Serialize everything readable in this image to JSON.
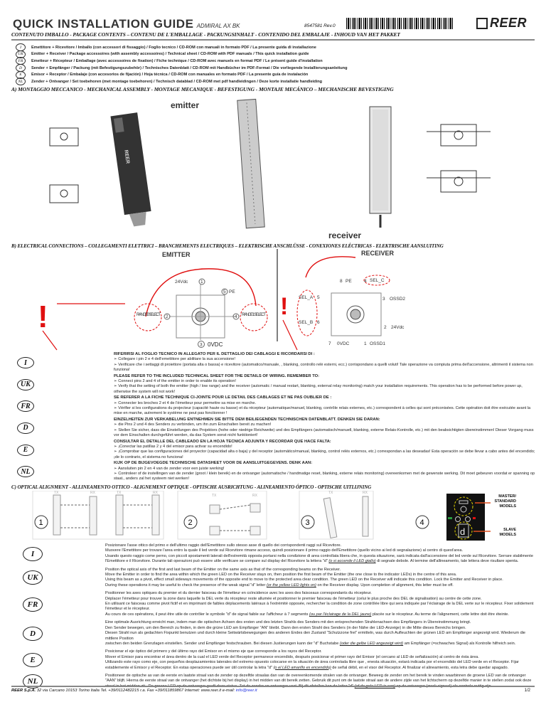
{
  "header": {
    "title": "QUICK INSTALLATION GUIDE",
    "model": "ADMIRAL AX BK",
    "code": "8547581 Rev.0",
    "logo": "REER"
  },
  "contents": {
    "heading": "CONTENUTO IMBALLO - PACKAGE CONTENTS – CONTENU DE L'EMBALLAGE - PACKUNGSINHALT - CONTENIDO DEL EMBALAJE - INHOUD VAN HET PAKKET",
    "items": [
      {
        "lang": "I",
        "text": "Emettitore + Ricevitore / Imballo (con accessori di fissaggio) / Foglio tecnico / CD-ROM con manuali in formato PDF / La presente guida di installazione"
      },
      {
        "lang": "UK",
        "text": "Emitter + Receiver / Package accessoires (with assembly accessoires) / Technical sheet / CD-ROM with PDF manuals / This quick installation guide"
      },
      {
        "lang": "FR",
        "text": "Emetteur + Récepteur / Emballage (avec accessoires de fixation) / Fiche technique / CD-ROM avec manuels en format PDF / Le présent guide d'installation"
      },
      {
        "lang": "D",
        "text": "Sender + Empfänger / Packung (mit Befestigungszubehör) / Technisches Datenblatt / CD-ROM mit Handbücher im PDF-Format / Die vorliegende Installierungsanleitung"
      },
      {
        "lang": "E",
        "text": "Emisor + Receptor / Embalaje (con accesorios de fijación) / Hoja técnica / CD-ROM con manuales en formato PDF / La presente guía de instalación"
      },
      {
        "lang": "NL",
        "text": "Zender + Ontvanger / Set toebehoren (met montage toebehoren) / Technisch datablad / CD-ROM met pdf handleidingen / Deze korte installatie handleiding"
      }
    ]
  },
  "section_a": {
    "heading": "A) MONTAGGIO MECCANICO - MECHANICAL ASSEMBLY - MONTAGE MECANIQUE - BEFESTIGUNG - MONTAJE MECÁNICO – MECHANISCHE BEVESTIGING",
    "emitter_label": "emitter",
    "receiver_label": "receiver",
    "bar_logo": "REER"
  },
  "section_b": {
    "heading": "B) ELECTRICAL CONNECTIONS – COLLEGAMENTI ELETTRICI – BRANCHEMENTS ELECTRIQUES – ELEKTRISCHE ANSCHLÜSSE - CONEXIONES ELÉCTRICAS - ELEKTRISCHE AANSLUITING",
    "emitter_title": "EMITTER",
    "receiver_title": "RECEIVER",
    "emitter_pins": {
      "p1": "24Vdc",
      "n1": "1",
      "p5": "PE",
      "n5": "5",
      "range0": "RANGE0 SELECT",
      "n2": "2",
      "range1": "RANGE1 SELECT",
      "n4": "4",
      "p3": "0VDC",
      "n3": "3"
    },
    "receiver_pins": {
      "n8": "8",
      "pe": "PE",
      "n4": "4",
      "selc": "SEL_C",
      "sela": "SEL_A",
      "n5": "5",
      "ossd2": "OSSD2",
      "n3": "3",
      "selb": "SEL_B",
      "n6": "6",
      "v24": "24Vdc",
      "n2": "2",
      "n7": "7",
      "ovdc": "0VDC",
      "n1": "1",
      "ossd1": "OSSD1"
    },
    "warning": "!",
    "blocks": [
      {
        "lang": "I",
        "head": "RIFERIRSI AL FOGLIO TECNICO IN ALLEGATO PER IL DETTAGLIO DEI CABLAGGI E RICORDARSI DI :",
        "b1": "Collegare i pin 2 e 4 dell'emettitore per abilitare la sua accensione!",
        "b2": "Verificare che i settaggi di proiettore (portata alta o bassa) e ricevitore (automatico/manuale, , blanking, controllo relè esterni, ecc.) corrispondano a quelli voluti! Tale operazione va compiuta prima dell'accensione, altrimenti il sistema non funziona!"
      },
      {
        "lang": "UK",
        "head": "PLEASE REFER TO THE INCLUDED TECHNICAL SHEET FOR THE DETAILS OF WIRING. REMEMBER TO:",
        "b1": "Connect pins 2 and 4 of the emitter in order to enable its operation!",
        "b2": "Verify that the setting of both the emitter (high / low range) and the receiver (automatic / manual restart, blanking, external relay monitoring) match your installation requirements. This operation has to be performed before power up, otherwise the system will not work!"
      },
      {
        "lang": "FR",
        "head": "SE REFERER A LA FICHE TECHNIQUE CI-JOINTE POUR LE DETAIL DES CABLAGES ET NE PAS OUBLIER DE :",
        "b1": "Connecter les broches 2 et 4 de l'émetteur pour permettre sa mise en marche.",
        "b2": "Vérifier si les configurations du projecteur (capacité haute ou basse) et du récepteur (automatique/manuel, blanking, contrôle relais externes, etc.) correspondent à celles qui sont préconisées. Cette opération doit être exécutée avant la mise en marche, autrement le système ne peut pas fonctionner !"
      },
      {
        "lang": "D",
        "head": "EINZELHEITEN ZUR VERKABELUNG ENTNEHMEN SIE BITTE DEM BEILIEGENDEN TECHNISCHEN DATENBLATT. DENKEN SIE DARAN:",
        "b1": "die Pins 2 und 4 des Senders zu verbinden, um ihn zum Einschalten bereit zu machen!",
        "b2": "Stellen Sie sicher, dass die Einstellungen des Projektors (hohe oder niedrige Reichweite) und des Empfängers (automatisch/manuell, blanking, externe Relais-Kontrolle, etc.) mit den beabsichtigten übereinstimmen! Dieser Vorgang muss vor dem Einschalten durchgeführt werden, da das System sonst nicht funktioniert!"
      },
      {
        "lang": "E",
        "head": "CONSULTAR EL DETALLE DEL CABLEADO EN LA HOJA TECNICA ADJUNTA Y RECORDAR QUE HACE FALTA:",
        "b1": "¡Conectar las patillas 2 y 4 del emisor para activar su encendido!",
        "b2": "¡Comprobar que las configuraciones del proyector (capacidad alta o baja) y del receptor (automático/manual, blanking, control relés externos, etc.) correspondan a las deseadas! Esta operación se debe llevar a cabo antes del encendido; ¡de lo contrario, el sistema no funciona!"
      },
      {
        "lang": "NL",
        "head": "KIJK OP DE BIJGEVOEGDE TECHNISCHE DATASHEET VOOR DE AANSLUITGEGEVENS. DENK AAN:",
        "b1": "Aansluiten pin 2 en 4 van de zender voor een juiste werking!",
        "b2": "Controleer of de instellingen van de zender (groot / klein bereik) en de ontvanger (automatische / handmatige reset, blanking, externe relais monitoring) overeenkomen met de gewenste werking. Dit moet gebeuren voordat er spanning op staat., anders  zal het systeem niet werken!"
      }
    ]
  },
  "section_c": {
    "heading": "C) OPTICAL ALIGNMENT - ALLINEAMENTO OTTICO - ALIGNEMENT OPTIQUE - OPTISCHE  AUSRICHTUNG - ALINEAMIENTO ÓPTICO - OPTISCHE UITLIJNING",
    "steps": [
      "1",
      "2",
      "3",
      "4"
    ],
    "tx": "TX",
    "rx": "RX",
    "display_letter": "d",
    "master_label": "MASTER/ STANDARD MODELS",
    "slave_label": "SLAVE MODELS",
    "blocks": [
      {
        "lang": "I",
        "lines": [
          "Posizionare l'asse ottico del primo e dell'ultimo raggio dell'Emettitore sullo stesso asse di quello dei corrispondenti raggi sul Ricevitore.",
          "Muovere l'Emettitore per trovare l'area entro la quale il led verde sul Ricevitore rimane acceso, quindi posizionare il primo raggio dell'Emettitore (quello vicino ai led di segnalazione) al centro di quest'area.",
          "Usando questo raggio come perno, con piccoli spostamenti laterali dell'estremità opposta portarsi nella condizione di area controllata libera che, in questa situazione, sarà indicata dall'accensione del led verde sul Ricevitore. Serrare stabilmente l'Emettitore e il Ricevitore. Durante tali operazioni può essere utile verificare se compare sul display del Ricevitore la lettera \"d\""
        ],
        "ul": "(o si accende il LED giallo)",
        "tail": "di segnale debole. Al termine dell'allineamento, tale lettera deve risultare spenta."
      },
      {
        "lang": "UK",
        "lines": [
          "Position the optical axis of the first and last beam of the Emitter on the same axis as that of the corresponding beams on the Receiver.",
          "Move the Emitter in order to find the area within which the green LED on the Receiver stays on, then position the first beam of the Emitter (the one close to the indicator LEDs) in the centre of this area.",
          "Using this beam as a pivot, effect small sideways movements of the opposite end to move to the protected area clear condition. The green LED on the Receiver will indicate this condition. Lock the Emitter and Receiver in place.",
          "During these operations it may be useful to check the presence of the weak signal \"d\" letter"
        ],
        "ul": "(or the yellow LED lights on)",
        "tail": "on the Receiver display. Upon completion of alignment, this letter must be off."
      },
      {
        "lang": "FR",
        "lines": [
          "Positionner les axes optiques du premier et du dernier faisceau de l'émetteur en coïncidence avec les axes des faisceaux correspondants du récepteur.",
          "Déplacer l'émetteur pour trouver la zone dans laquelle la DEL verte du récepteur reste allumée et positionner le premier faisceau de l'émetteur (celui le plus proche des DEL de signalisation) au centre de cette zone.",
          "En utilisant ce faisceau comme pivot fictif et en imprimant de faibles déplacements latéraux à l'extrémité opposée, rechercher la condition de zone contrôlée libre qui sera indiquée par l'éclairage de la DEL verte sur le récepteur. Fixer solidement l'émetteur et le récepteur.",
          "Au cours de ces opérations, il peut être utile de contrôler le symbole \"d\" de signal faible sur l'afficheur à 7 segments"
        ],
        "ul": "(ou par l'éclairage de la DEL jaune)",
        "tail": "placée sur le récepteur. Au terme de l'alignement, cette lettre doit être éteinte."
      },
      {
        "lang": "D",
        "lines": [
          "Eine optimale Ausrichtung erreicht man, indem man die optischen Achsen des ersten und des letzten Strahls des Senders mit den entsprechenden Strahlenachsen des Empfängers in Übereinstimmung bringt.",
          "Den Sender bewegen, um den Bereich zu finden, in dem die grüne LED am Empfänger \"AN\" bleibt. Dann den ersten Strahl des Senders (in der Nähe der LED-Anzeige) in die Mitte dieses Bereichs bringen.",
          "Diesen Strahl nun als gedachten Fixpunkt benutzen und durch kleine Seitwärtsbewegungen des anderen Endes den Zustand \"Schutzzone frei\" ermitteln, was durch Aufleuchten der grünen LED am Empfänger angezeigt wird. Wiederum die mittlere Position",
          "zwischen den beiden Grenzlagen einstellen.  Sender und Empfänger festschrauben.  Bei diesen Justierungen kann der \"d\" Buchstabe"
        ],
        "ul": "(oder die gelbe LED angezeigt wird)",
        "tail": "am Empfänger (=schwaches Signal) als Kontrolle hilfreich sein."
      },
      {
        "lang": "E",
        "lines": [
          "Posicionar el eje óptico del primero y del último rayo del Emisor en el mismo eje que corresponde a los rayos del Receptor.",
          "Mover el Emisor para encontrar el área dentro de la cual el LED verde del Receptor permanece encendido, después posicionar el primer rayo del Emisor (el cercano al LED de señalización) al centro de ésta área.",
          "Utilizando este rayo como eje, con pequeños desplazamientos laterales del extremo opuesto colocarse en la situación de área controlada libre que , enesta situación, estará indicada por el encendido del LED verde en el Receptor. Fijar",
          "establemente el Emisor y el Receptor. En estas operaciones puede ser útil controlar la letra \"d\""
        ],
        "ul": "(o el LED amarillo es encendido)",
        "tail": "de señal débil, en el visor del Receptor. Al finalizar el alineamiento, esta letra debe quedar apagado."
      },
      {
        "lang": "NL",
        "lines": [
          "Positioneer de optische as van de eerste en laatste straal van de zender op dezelfde straalas dan van de overeenkomende stralen van de ontvanger. Beweeg de zender om het bereik te vinden waarbinnen de groene LED van de ontvanger",
          "\"AAN\" blijft. Hierna de eerste straal van de ontvanger (het dichtste bij het display) in het midden van dit bereik zetten. Gebruik dit punt om de laatste straal aan de andere zijde van het lichtscherm op dezelfde manier in te stellen zodat ook deze",
          "straal in het midden zit . De groene LED op de ontvanger geeft deze status. Zet de zender en ontvanger vast. Bij dit afstellen kan de letter \"d\""
        ],
        "ul": "(of de gele LED is aan)",
        "tail": "op de ontvanger (zwak signaal) als controle nuttig zijn."
      }
    ]
  },
  "footer": {
    "company": "REER S.p.A.",
    "address": "32 via Carcano 10153 Torino Italia Tel. +39/0112482215 r.a. Fax +39/011859867 Internet: www.reer.it e-mail:",
    "email": "info@reer.it",
    "page": "1/2"
  },
  "colors": {
    "red": "#e01010",
    "link": "#2030e0",
    "yellow": "#e8d800"
  }
}
